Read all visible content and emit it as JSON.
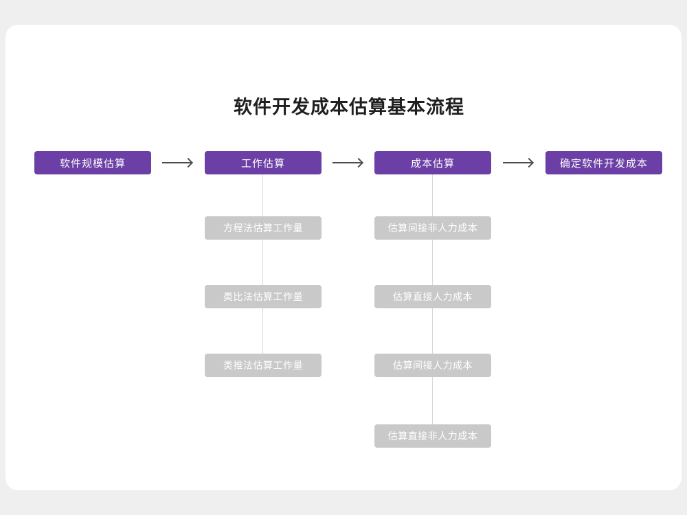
{
  "page": {
    "title": "软件开发成本估算基本流程"
  },
  "colors": {
    "page_background": "#efefef",
    "card_background": "#ffffff",
    "stage_box_background": "#6b3fa5",
    "stage_box_text": "#ffffff",
    "sub_box_background": "#c9c9c9",
    "sub_box_text": "#ffffff",
    "arrow": "#4d4d4d",
    "connector_line": "#d6d6d6",
    "title_text": "#1f1f1f"
  },
  "flow": {
    "stages": [
      {
        "label": "软件规模估算",
        "children": []
      },
      {
        "label": "工作估算",
        "children": [
          "方程法估算工作量",
          "类比法估算工作量",
          "类推法估算工作量"
        ]
      },
      {
        "label": "成本估算",
        "children": [
          "估算间接非人力成本",
          "估算直接人力成本",
          "估算间接人力成本",
          "估算直接非人力成本"
        ]
      },
      {
        "label": "确定软件开发成本",
        "children": []
      }
    ]
  }
}
